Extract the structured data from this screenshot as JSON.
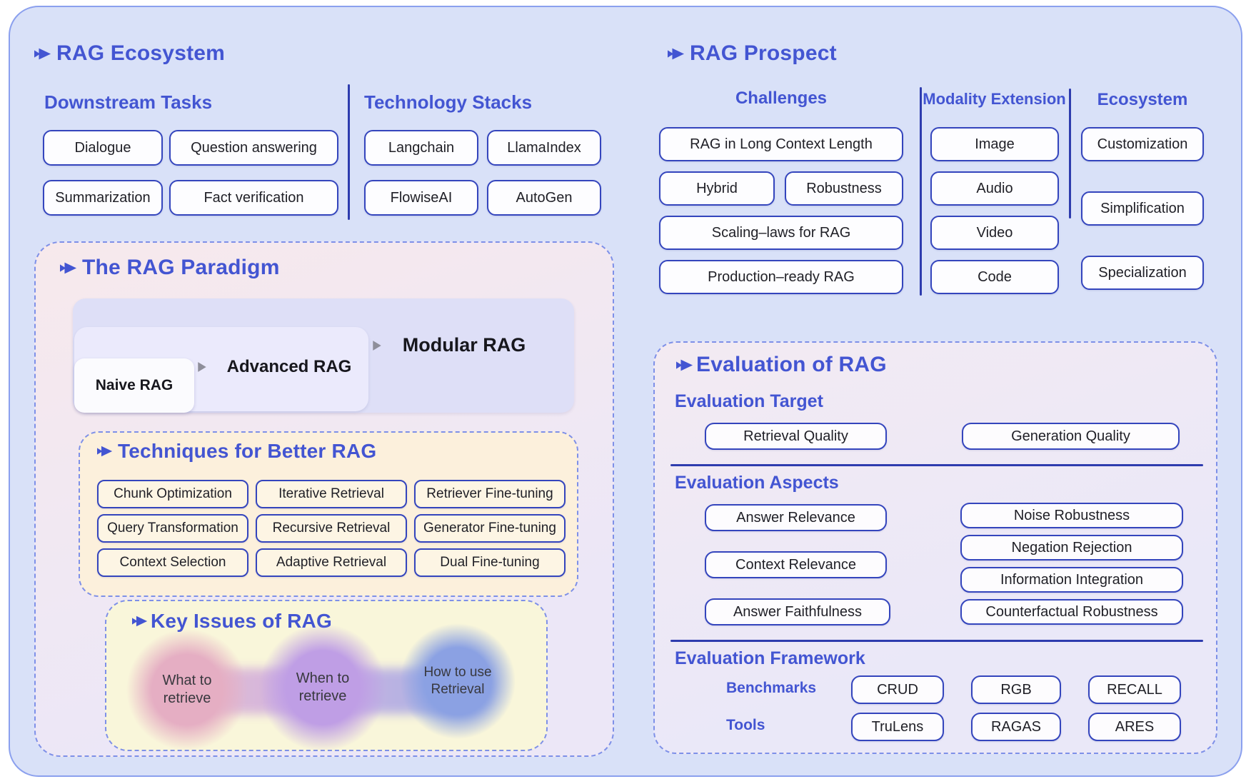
{
  "colors": {
    "accent_blue": "#4355d2",
    "box_border": "#3445bd",
    "panel_bg": "#d9e1f8",
    "divider": "#2e3cae",
    "techniques_bg": "#fcf0dc",
    "key_issues_bg": "#f9f6da",
    "bubble_pink": "#e5aec3",
    "bubble_purple": "#bf9ee5",
    "bubble_blue": "#8ba1e3"
  },
  "ecosystem": {
    "title": "RAG Ecosystem",
    "downstream_tasks": {
      "title": "Downstream Tasks",
      "items": [
        "Dialogue",
        "Question answering",
        "Summarization",
        "Fact verification"
      ]
    },
    "technology_stacks": {
      "title": "Technology Stacks",
      "items": [
        "Langchain",
        "LlamaIndex",
        "FlowiseAI",
        "AutoGen"
      ]
    }
  },
  "paradigm": {
    "title": "The RAG Paradigm",
    "stages": {
      "naive": "Naive RAG",
      "advanced": "Advanced RAG",
      "modular": "Modular RAG"
    },
    "techniques": {
      "title": "Techniques for Better RAG",
      "column1": [
        "Chunk Optimization",
        "Query Transformation",
        "Context Selection"
      ],
      "column2": [
        "Iterative Retrieval",
        "Recursive Retrieval",
        "Adaptive Retrieval"
      ],
      "column3": [
        "Retriever Fine-tuning",
        "Generator Fine-tuning",
        "Dual Fine-tuning"
      ]
    },
    "key_issues": {
      "title": "Key Issues of RAG",
      "items": [
        "What to retrieve",
        "When to retrieve",
        "How to use Retrieval"
      ]
    }
  },
  "prospect": {
    "title": "RAG Prospect",
    "challenges": {
      "title": "Challenges",
      "items": [
        "RAG in Long Context Length",
        "Hybrid",
        "Robustness",
        "Scaling–laws for RAG",
        "Production–ready RAG"
      ]
    },
    "modality_extension": {
      "title": "Modality Extension",
      "items": [
        "Image",
        "Audio",
        "Video",
        "Code"
      ]
    },
    "ecosystem_column": {
      "title": "Ecosystem",
      "items": [
        "Customization",
        "Simplification",
        "Specialization"
      ]
    }
  },
  "evaluation": {
    "title": "Evaluation of RAG",
    "target": {
      "title": "Evaluation Target",
      "items": [
        "Retrieval Quality",
        "Generation Quality"
      ]
    },
    "aspects": {
      "title": "Evaluation Aspects",
      "left": [
        "Answer Relevance",
        "Context Relevance",
        "Answer Faithfulness"
      ],
      "right": [
        "Noise Robustness",
        "Negation Rejection",
        "Information Integration",
        "Counterfactual Robustness"
      ]
    },
    "framework": {
      "title": "Evaluation Framework",
      "benchmarks_label": "Benchmarks",
      "benchmarks": [
        "CRUD",
        "RGB",
        "RECALL"
      ],
      "tools_label": "Tools",
      "tools": [
        "TruLens",
        "RAGAS",
        "ARES"
      ]
    }
  }
}
